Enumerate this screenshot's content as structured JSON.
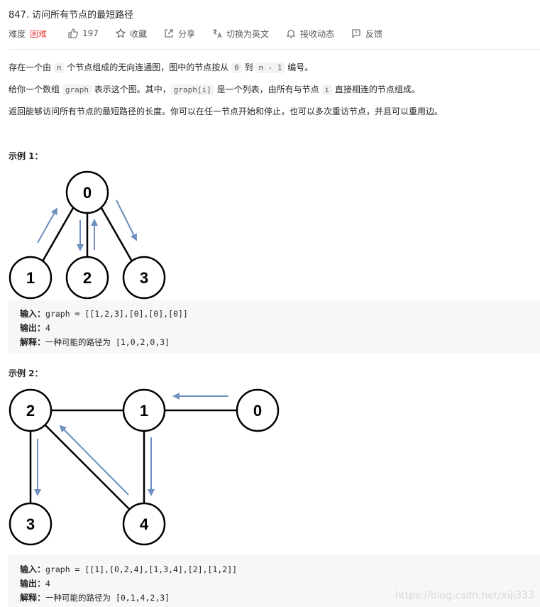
{
  "problem": {
    "title": "847. 访问所有节点的最短路径",
    "difficulty_label": "难度",
    "difficulty": "困难",
    "likes": "197",
    "actions": [
      "收藏",
      "分享",
      "切换为英文",
      "接收动态",
      "反馈"
    ]
  },
  "description": {
    "p1": [
      "存在一个由 ",
      "n",
      " 个节点组成的无向连通图，图中的节点按从 ",
      "0",
      " 到 ",
      "n - 1",
      " 编号。"
    ],
    "p2": [
      "给你一个数组 ",
      "graph",
      " 表示这个图。其中，",
      "graph[i]",
      " 是一个列表，由所有与节点 ",
      "i",
      " 直接相连的节点组成。"
    ],
    "p3": "返回能够访问所有节点的最短路径的长度。你可以在任一节点开始和停止，也可以多次重访节点，并且可以重用边。"
  },
  "examples": [
    {
      "title": "示例 1：",
      "input_label": "输入：",
      "input": "graph = [[1,2,3],[0],[0],[0]]",
      "output_label": "输出：",
      "output": "4",
      "explain_label": "解释：",
      "explain": "一种可能的路径为 [1,0,2,0,3]",
      "nodes": [
        "0",
        "1",
        "2",
        "3"
      ]
    },
    {
      "title": "示例 2：",
      "input_label": "输入：",
      "input": "graph = [[1],[0,2,4],[1,3,4],[2],[1,2]]",
      "output_label": "输出：",
      "output": "4",
      "explain_label": "解释：",
      "explain": "一种可能的路径为 [0,1,4,2,3]",
      "nodes": [
        "2",
        "1",
        "0",
        "3",
        "4"
      ]
    }
  ],
  "watermark": "https://blog.csdn.net/xiji333",
  "colors": {
    "arrow": "#6e8fc0",
    "difficulty": "#ef4743"
  }
}
